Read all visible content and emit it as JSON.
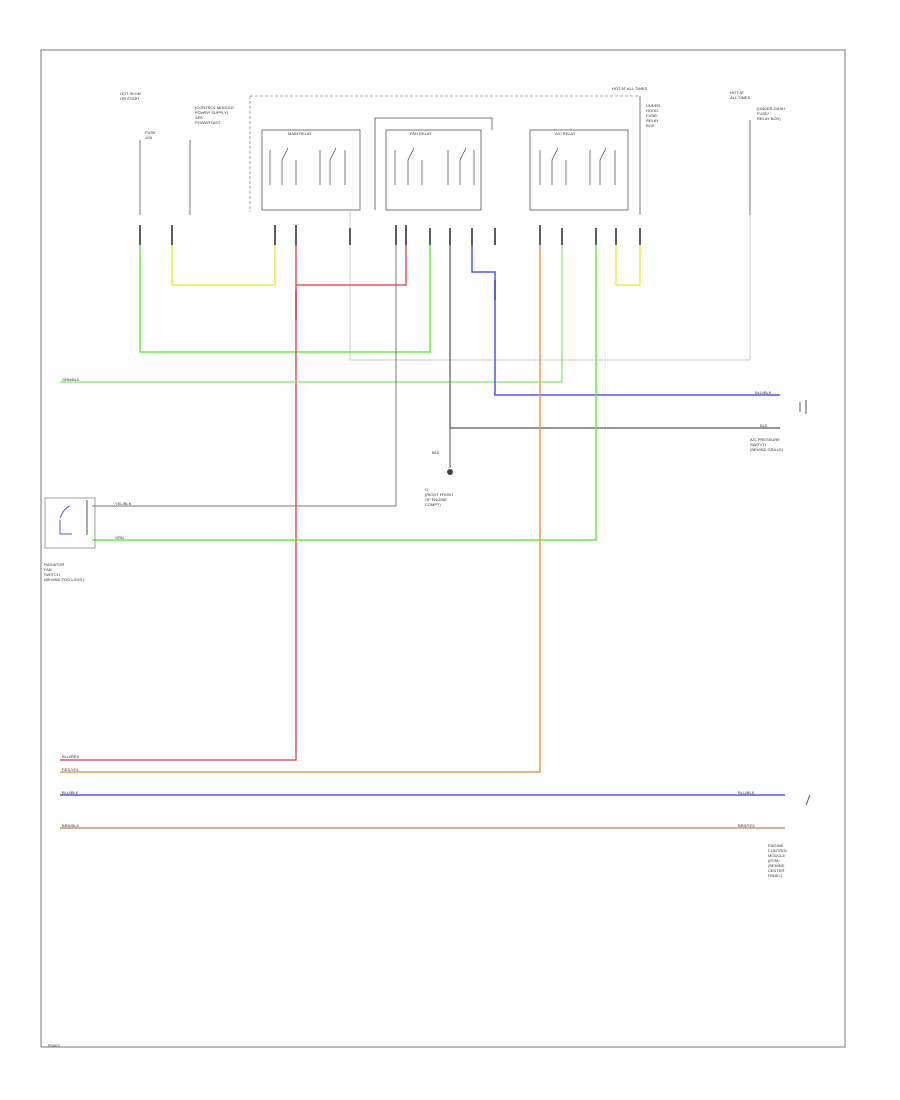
{
  "labels": {
    "fuse_left": "HOT IN ON\nOR START",
    "fuse_left2": "FUSE\n10A",
    "ecm_note": "(CONTROL MODULE\nPOWER SUPPLY)\nSEE\nPOWER DIST",
    "relay1": "MAIN RELAY",
    "relay2": "FAN RELAY",
    "relay3": "A/C RELAY",
    "fuse_center": "HOT AT ALL TIMES",
    "fuse_center_note": "UNDER-\nHOOD\nFUSE/\nRELAY\nBOX",
    "fuse_right": "HOT AT\nALL TIMES",
    "fuse_right_note": "(UNDER-DASH\nFUSE/\nRELAY BOX)",
    "wire_left_top": "GRN/BLK",
    "wire_blu_right": "BLU/BLK",
    "wire_blk_right": "BLK",
    "comp_right_top": "A/C PRESSURE\nSWITCH\n(BEHIND GRILLE)",
    "ground_label": "BLK",
    "ground_note": "G\n(RIGHT FRONT\nOF ENGINE\nCOMPT)",
    "wire_yel": "YEL/BLK",
    "wire_grn": "GRN",
    "comp_left": "RADIATOR\nFAN\nSWITCH\n(BEHIND FOG LIGHT)",
    "wire_bot1": "BLU/RED",
    "wire_bot2": "RED/YEL",
    "wire_bot3": "BLU/BLK",
    "wire_bot4": "BRN/BLK",
    "wire_bot3r": "BLU/BLK",
    "wire_bot4r": "BRN/YEL",
    "comp_bottom_right": "ENGINE\nCONTROL\nMODULE\n(ECM)\n(BEHIND\nCENTER\nPANEL)",
    "footer": "P0003"
  }
}
